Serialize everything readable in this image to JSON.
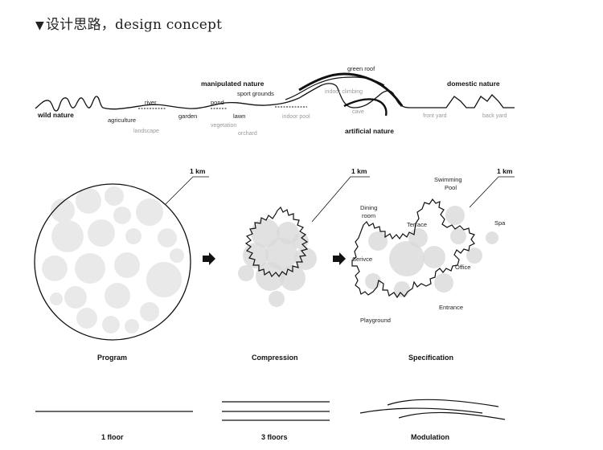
{
  "title": "设计思路，design concept",
  "title_marker": "▼",
  "profile": {
    "wild_nature": "wild nature",
    "agriculture": "agriculture",
    "landscape": "landscape",
    "river": "river",
    "garden": "garden",
    "pond": "pond",
    "vegetation": "vegetation",
    "lawn": "lawn",
    "orchard": "orchard",
    "manipulated_nature": "manipulated nature",
    "sport_grounds": "sport grounds",
    "indoor_pool": "indoor pool",
    "green_roof": "green roof",
    "indoor_climbing": "indoor climbing",
    "cave": "cave",
    "artificial_nature": "artificial nature",
    "domestic_nature": "domestic nature",
    "front_yard": "front yard",
    "back_yard": "back yard"
  },
  "steps": {
    "scale_label": "1 km",
    "program": "Program",
    "compression": "Compression",
    "specification": "Specification",
    "zones": {
      "dining_line1": "Dining",
      "dining_line2": "room",
      "terrace": "Terrace",
      "swimming_line1": "Swimming",
      "swimming_line2": "Pool",
      "spa": "Spa",
      "service": "Serivce",
      "office": "Office",
      "entrance": "Entrance",
      "playground": "Playground"
    }
  },
  "floors": {
    "one": "1 floor",
    "three": "3 floors",
    "modulation": "Modulation"
  }
}
